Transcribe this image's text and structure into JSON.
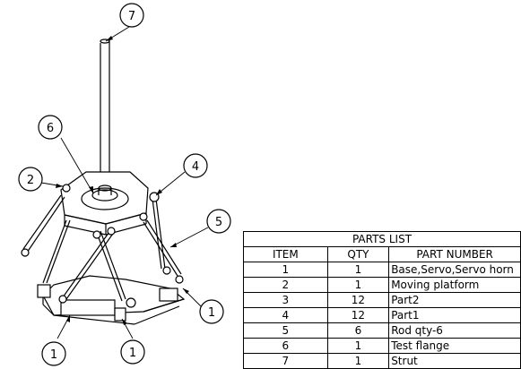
{
  "balloons": [
    "7",
    "6",
    "2",
    "4",
    "5",
    "1",
    "1",
    "1"
  ],
  "parts_list": {
    "title": "PARTS LIST",
    "headers": {
      "item": "ITEM",
      "qty": "QTY",
      "part": "PART NUMBER"
    },
    "rows": [
      {
        "item": "1",
        "qty": "1",
        "part": "Base,Servo,Servo horn"
      },
      {
        "item": "2",
        "qty": "1",
        "part": "Moving platform"
      },
      {
        "item": "3",
        "qty": "12",
        "part": "Part2"
      },
      {
        "item": "4",
        "qty": "12",
        "part": "Part1"
      },
      {
        "item": "5",
        "qty": "6",
        "part": "Rod qty-6"
      },
      {
        "item": "6",
        "qty": "1",
        "part": "Test flange"
      },
      {
        "item": "7",
        "qty": "1",
        "part": "Strut"
      }
    ]
  }
}
